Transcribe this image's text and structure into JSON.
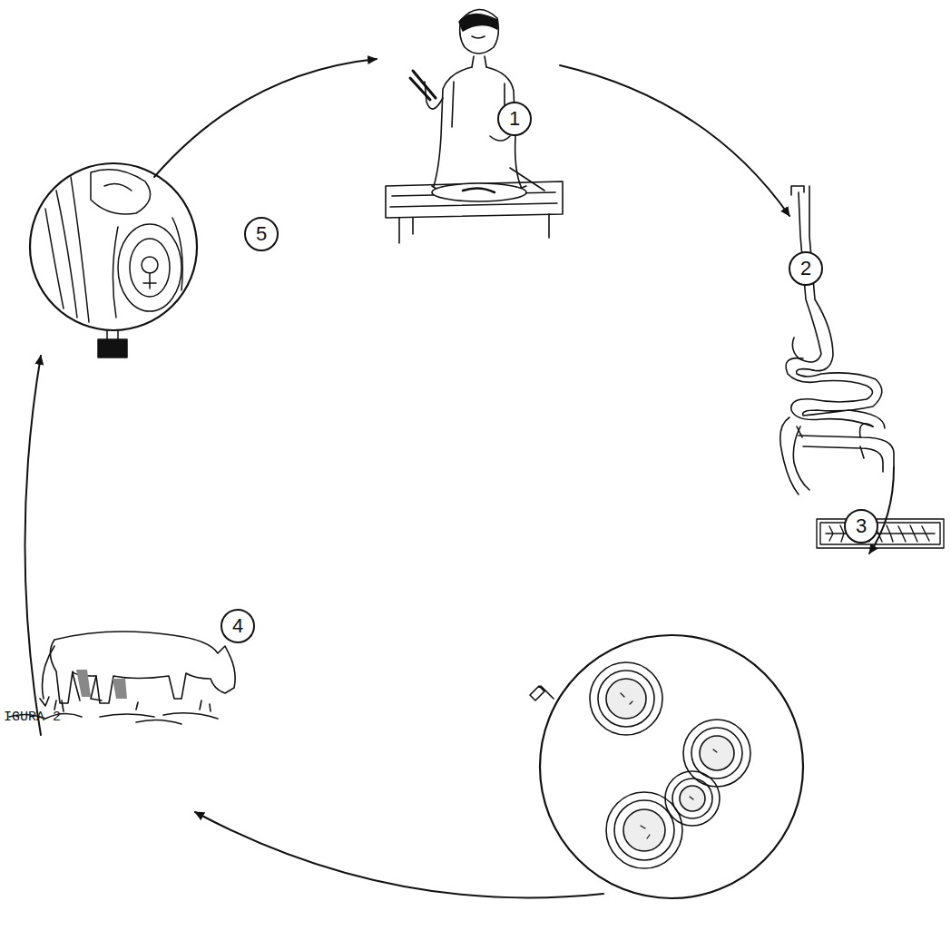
{
  "diagram": {
    "nodes": [
      {
        "text": [
          "1"
        ]
      },
      {
        "text": [
          "2"
        ]
      },
      {
        "text": [
          "3"
        ]
      },
      {
        "text": [
          "4"
        ]
      },
      {
        "text": [
          "5"
        ]
      }
    ],
    "labels": [
      "IGURA 2"
    ]
  }
}
